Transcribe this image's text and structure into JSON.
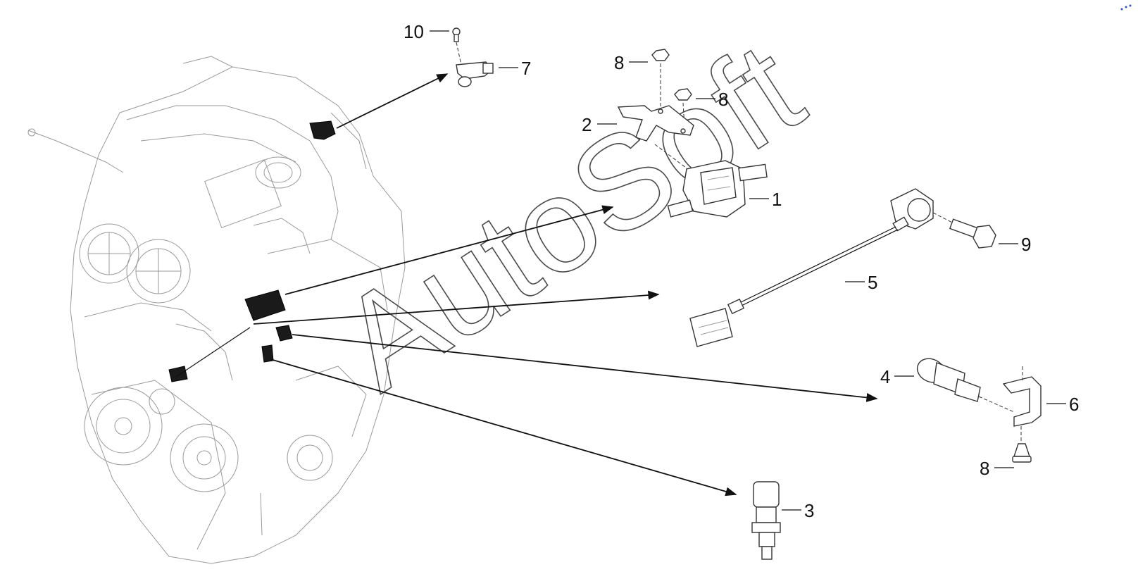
{
  "watermark": "AutoSoft",
  "callouts": [
    {
      "id": "callout-10",
      "label": "10"
    },
    {
      "id": "callout-7",
      "label": "7"
    },
    {
      "id": "callout-8a",
      "label": "8"
    },
    {
      "id": "callout-8b",
      "label": "8"
    },
    {
      "id": "callout-2",
      "label": "2"
    },
    {
      "id": "callout-1",
      "label": "1"
    },
    {
      "id": "callout-9",
      "label": "9"
    },
    {
      "id": "callout-5",
      "label": "5"
    },
    {
      "id": "callout-4",
      "label": "4"
    },
    {
      "id": "callout-6",
      "label": "6"
    },
    {
      "id": "callout-8c",
      "label": "8"
    },
    {
      "id": "callout-3",
      "label": "3"
    }
  ],
  "colors": {
    "line": "#111111",
    "engine": "#9a9a9a",
    "watermark": "#4a4a4a",
    "part_fill": "#1a1a1a"
  }
}
